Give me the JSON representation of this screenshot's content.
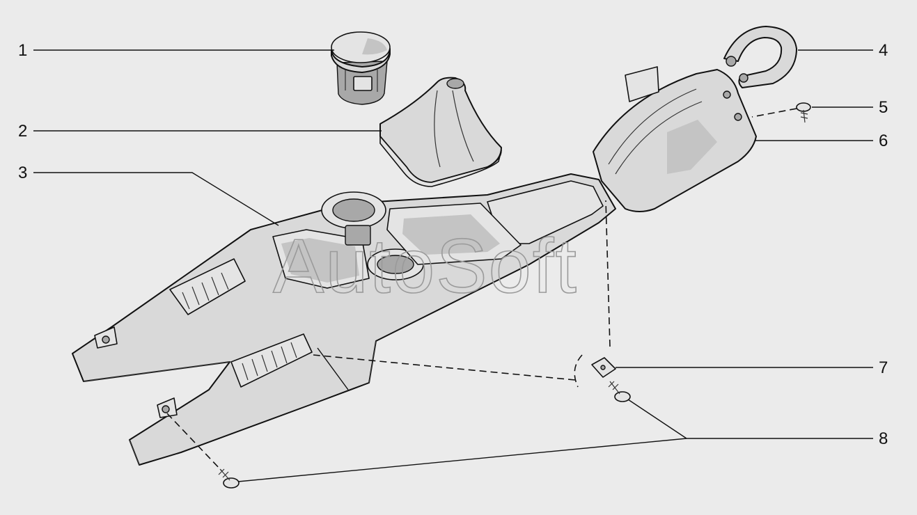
{
  "watermark_text": "AutoSoft",
  "callouts": [
    {
      "id": "1",
      "label": "1"
    },
    {
      "id": "2",
      "label": "2"
    },
    {
      "id": "3",
      "label": "3"
    },
    {
      "id": "4",
      "label": "4"
    },
    {
      "id": "5",
      "label": "5"
    },
    {
      "id": "6",
      "label": "6"
    },
    {
      "id": "7",
      "label": "7"
    },
    {
      "id": "8",
      "label": "8"
    }
  ],
  "colors": {
    "background": "#ebebeb",
    "line": "#111111",
    "part_fill": "#d9d9d9",
    "watermark": "#9a9a9a"
  }
}
